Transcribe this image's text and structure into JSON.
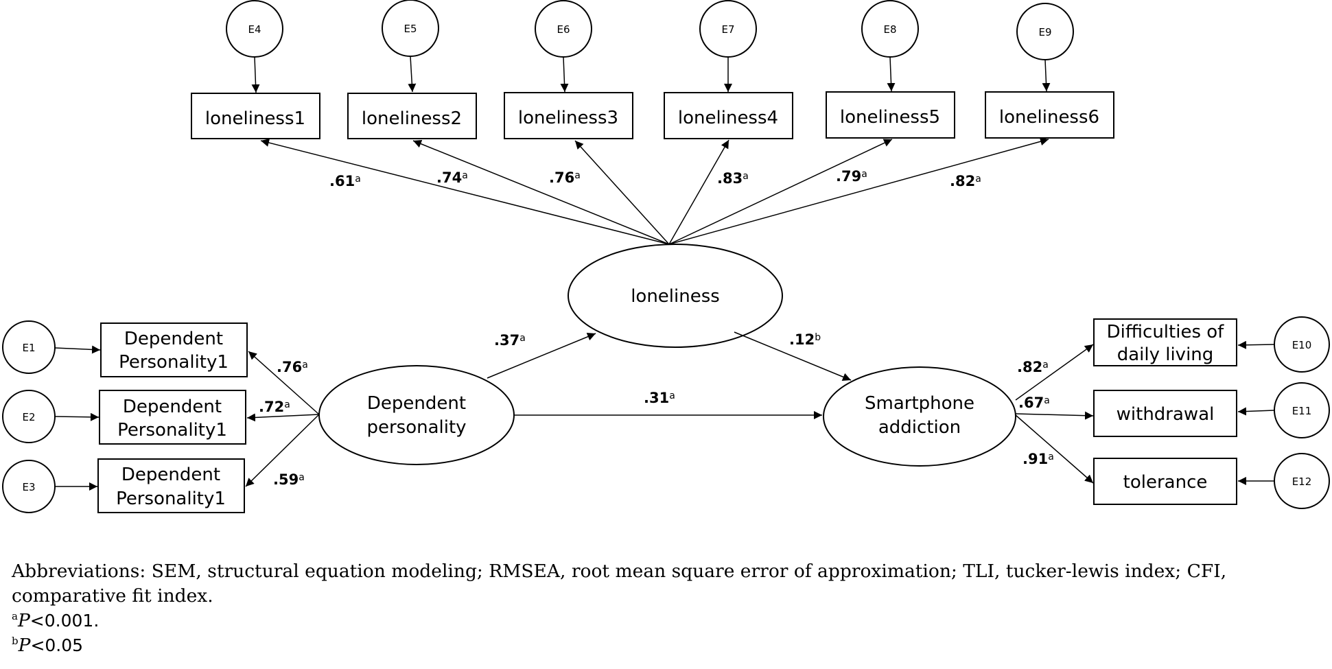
{
  "diagram": {
    "errors": {
      "E1": "E1",
      "E2": "E2",
      "E3": "E3",
      "E4": "E4",
      "E5": "E5",
      "E6": "E6",
      "E7": "E7",
      "E8": "E8",
      "E9": "E9",
      "E10": "E10",
      "E11": "E11",
      "E12": "E12"
    },
    "indicators": {
      "loneliness1": "loneliness1",
      "loneliness2": "loneliness2",
      "loneliness3": "loneliness3",
      "loneliness4": "loneliness4",
      "loneliness5": "loneliness5",
      "loneliness6": "loneliness6",
      "dp1": [
        "Dependent",
        "Personality1"
      ],
      "dp2": [
        "Dependent",
        "Personality1"
      ],
      "dp3": [
        "Dependent",
        "Personality1"
      ],
      "difficulties": [
        "Difficulties of",
        "daily living"
      ],
      "withdrawal": "withdrawal",
      "tolerance": "tolerance"
    },
    "latents": {
      "loneliness": "loneliness",
      "dependent_personality": [
        "Dependent",
        "personality"
      ],
      "smartphone_addiction": [
        "Smartphone",
        "addiction"
      ]
    },
    "paths": {
      "l1": {
        "value": ".61",
        "sig": "a"
      },
      "l2": {
        "value": ".74",
        "sig": "a"
      },
      "l3": {
        "value": ".76",
        "sig": "a"
      },
      "l4": {
        "value": ".83",
        "sig": "a"
      },
      "l5": {
        "value": ".79",
        "sig": "a"
      },
      "l6": {
        "value": ".82",
        "sig": "a"
      },
      "dp1": {
        "value": ".76",
        "sig": "a"
      },
      "dp2": {
        "value": ".72",
        "sig": "a"
      },
      "dp3": {
        "value": ".59",
        "sig": "a"
      },
      "dp_lon": {
        "value": ".37",
        "sig": "a"
      },
      "lon_sa": {
        "value": ".12",
        "sig": "b"
      },
      "dp_sa": {
        "value": ".31",
        "sig": "a"
      },
      "sa_diff": {
        "value": ".82",
        "sig": "a"
      },
      "sa_with": {
        "value": ".67",
        "sig": "a"
      },
      "sa_tol": {
        "value": ".91",
        "sig": "a"
      }
    }
  },
  "notes": {
    "abbreviations": "Abbreviations: SEM, structural equation modeling; RMSEA, root mean square error of approximation; TLI, tucker-lewis index; CFI, comparative fit index.",
    "footnote_a": {
      "mark": "a",
      "p": "P",
      "text": "<0.001."
    },
    "footnote_b": {
      "mark": "b",
      "p": "P",
      "text": "<0.05"
    }
  }
}
